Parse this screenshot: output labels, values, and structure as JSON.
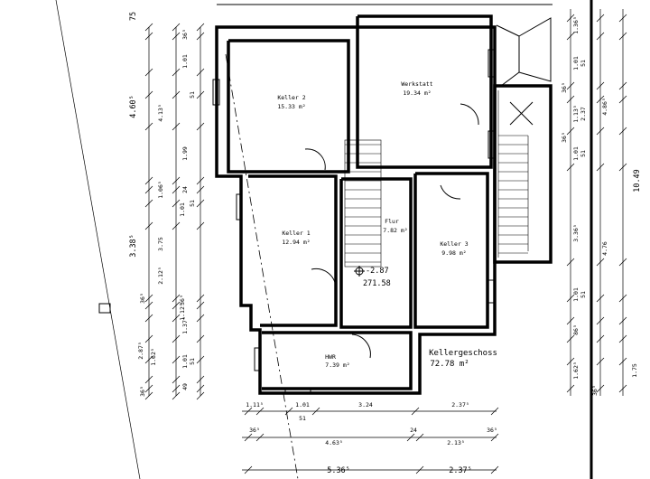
{
  "rooms": {
    "keller2": {
      "name": "Keller 2",
      "area": "15.33 m²"
    },
    "werkstatt": {
      "name": "Werkstatt",
      "area": "19.34 m²"
    },
    "keller1": {
      "name": "Keller 1",
      "area": "12.94 m²"
    },
    "flur": {
      "name": "Flur",
      "area": "7.82 m²"
    },
    "keller3": {
      "name": "Keller 3",
      "area": "9.98 m²"
    },
    "hwr": {
      "name": "HWR",
      "area": "7.39 m²"
    },
    "kellergeschoss": {
      "name": "Kellergeschoss",
      "area": "72.78 m²"
    }
  },
  "level": {
    "depth": "-2.87",
    "height": "271.58"
  },
  "dims_left_outer": {
    "top": "4.60⁵",
    "bottom": "3.38⁵"
  },
  "dims_left_mid": [
    "4.13⁵",
    "1.06⁵",
    "3.75",
    "2.12⁵",
    "2.87⁵"
  ],
  "dims_left_inner": [
    "36⁵",
    "1.01",
    "51",
    "1.99",
    "24",
    "1.01",
    "51",
    "36⁵",
    "1.12⁵",
    "1.37⁵",
    "1.01",
    "51",
    "49",
    "1.62⁵",
    "36⁵",
    "36⁵"
  ],
  "dims_right_outer": {
    "total": "10.49"
  },
  "dims_right_mid": [
    "4.86⁵",
    "3.36⁵",
    "4.76",
    "1.75"
  ],
  "dims_right_inner": [
    "1.36⁵",
    "1.01",
    "51",
    "36⁵",
    "1.13⁵",
    "2.37",
    "36⁵",
    "1.01",
    "51",
    "1.01",
    "51",
    "86⁵",
    "1.62⁵",
    "36⁵"
  ],
  "dims_top": {
    "left": "75"
  },
  "dims_bottom_row1": [
    "1.11⁵",
    "1.01",
    "3.24",
    "2.37⁵"
  ],
  "dims_bottom_row1b": [
    "51"
  ],
  "dims_bottom_row2": [
    "36⁵",
    "4.63⁵",
    "24",
    "2.13⁵",
    "36⁵"
  ],
  "dims_bottom_row3": [
    "5.36⁵",
    "2.37⁵"
  ]
}
